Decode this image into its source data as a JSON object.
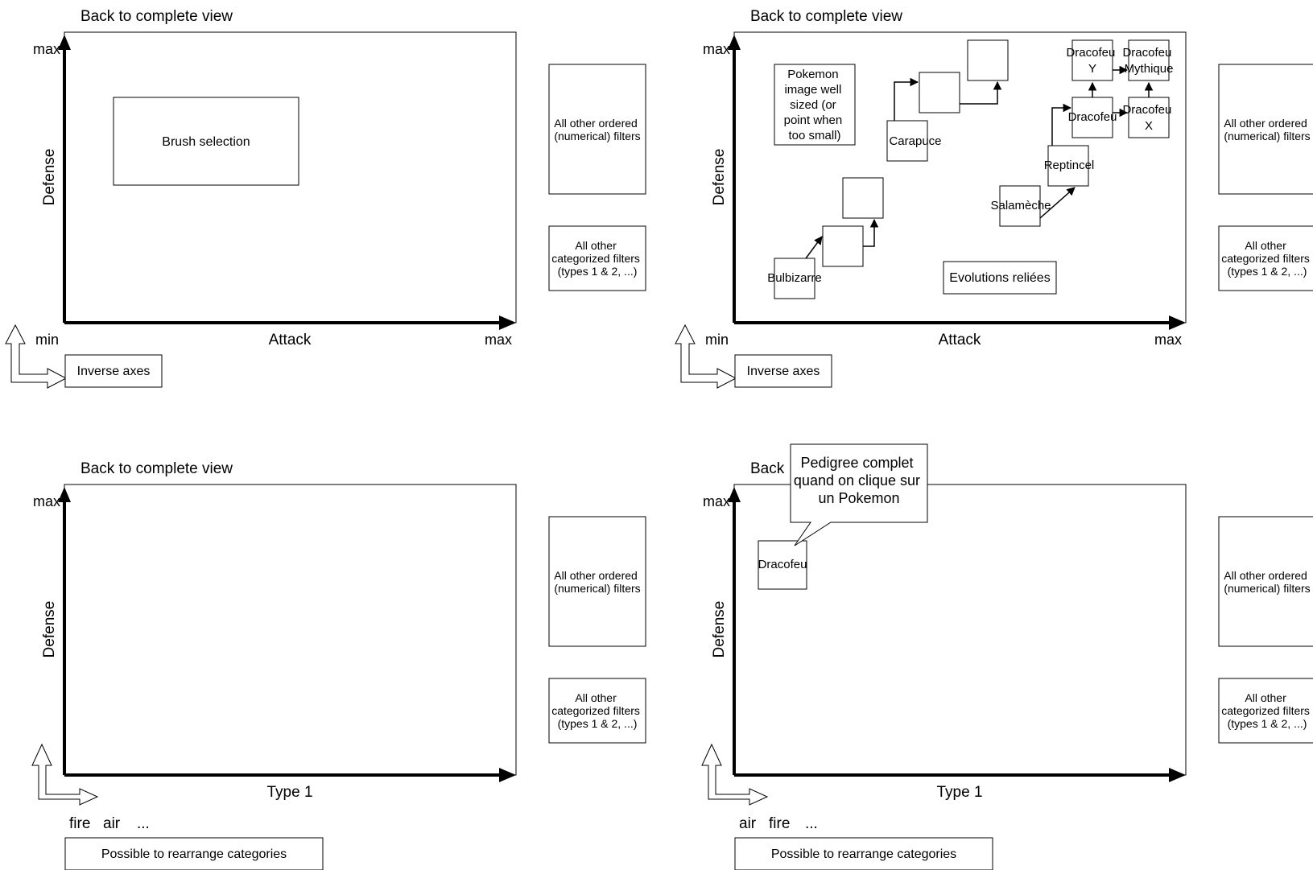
{
  "panels": [
    {
      "back_label": "Back to complete view",
      "y_axis": {
        "label": "Defense",
        "max": "max"
      },
      "x_axis": {
        "label": "Attack",
        "min": "min",
        "max": "max"
      },
      "brush_label": "Brush selection",
      "inverse_label": "Inverse axes",
      "ordered_filters": [
        "All other ordered",
        "(numerical) filters"
      ],
      "categorized_filters": [
        "All other",
        "categorized filters",
        "(types 1 & 2, ...)"
      ]
    },
    {
      "back_label": "Back to complete view",
      "y_axis": {
        "label": "Defense",
        "max": "max"
      },
      "x_axis": {
        "label": "Attack",
        "min": "min",
        "max": "max"
      },
      "inverse_label": "Inverse axes",
      "ordered_filters": [
        "All other ordered",
        "(numerical) filters"
      ],
      "categorized_filters": [
        "All other",
        "categorized filters",
        "(types 1 & 2, ...)"
      ],
      "note": [
        "Pokemon",
        "image well",
        "sized (or",
        "point when",
        "too small)"
      ],
      "evolutions_label": "Evolutions reliées",
      "pokemon": {
        "bulbizarre": "Bulbizarre",
        "carapuce": "Carapuce",
        "salameche": "Salamèche",
        "reptincel": "Reptincel",
        "dracofeu": "Dracofeu",
        "dracofeu_y": [
          "Dracofeu",
          "Y"
        ],
        "dracofeu_x": [
          "Dracofeu",
          "X"
        ],
        "dracofeu_mythique": [
          "Dracofeu",
          "Mythique"
        ]
      }
    },
    {
      "back_label": "Back to complete view",
      "y_axis": {
        "label": "Defense",
        "max": "max"
      },
      "x_axis": {
        "label": "Type 1"
      },
      "ordered_filters": [
        "All other ordered",
        "(numerical) filters"
      ],
      "categorized_filters": [
        "All other",
        "categorized filters",
        "(types 1 & 2, ...)"
      ],
      "categories": [
        "fire",
        "air",
        "..."
      ],
      "rearrange_label": "Possible to rearrange categories"
    },
    {
      "back_label": "Back",
      "y_axis": {
        "label": "Defense",
        "max": "max"
      },
      "x_axis": {
        "label": "Type 1"
      },
      "ordered_filters": [
        "All other ordered",
        "(numerical) filters"
      ],
      "categorized_filters": [
        "All other",
        "categorized filters",
        "(types 1 & 2, ...)"
      ],
      "categories": [
        "air",
        "fire",
        "..."
      ],
      "rearrange_label": "Possible to rearrange categories",
      "callout": [
        "Pedigree complet",
        "quand on clique sur",
        "un Pokemon"
      ],
      "pokemon_label": "Dracofeu"
    }
  ]
}
